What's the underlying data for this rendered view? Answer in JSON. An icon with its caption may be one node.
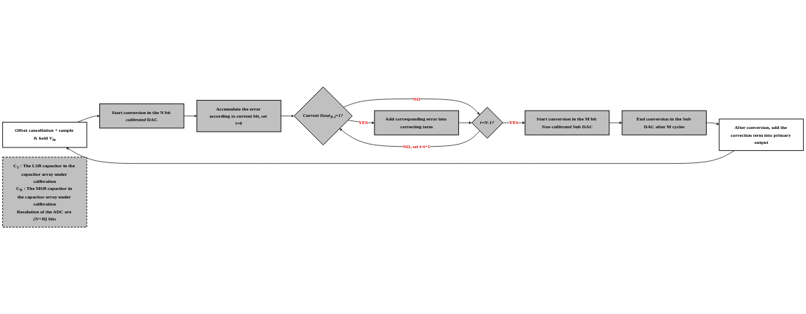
{
  "diagram": {
    "nodes": [
      {
        "text": [
          "Offset cancellation + sample & hold *V$_{in}$*"
        ]
      },
      {
        "text": [
          "Start conversion in the N bit *calibrated* DAC"
        ]
      },
      {
        "text": [
          "Accumulate the error according to current bit, set i=0"
        ]
      },
      {
        "text": [
          "Current Dout$_{N-i}$=1?"
        ]
      },
      {
        "text": [
          "Add corresponding error into correcting term"
        ]
      },
      {
        "text": [
          "i=N-1?"
        ]
      },
      {
        "text": [
          "Start conversion in the M bit *Non-calibrated* Sub DAC"
        ]
      },
      {
        "text": [
          "End conversion in the Sub DAC after M cycles"
        ]
      },
      {
        "text": [
          "After conversion, add the correction term into primary output"
        ]
      },
      {
        "text": [
          "C$_{1}$ : The LSB capacitor in the capacitor array under calibration",
          "C$_{N}$ : The MSB capacitor in the capacitor array under calibration",
          "Resolution of the ADC are *(N+M)* bits"
        ]
      }
    ],
    "edges": [
      {
        "from": 0,
        "to": 1,
        "arrow": "to"
      },
      {
        "from": 1,
        "to": 2,
        "arrow": "to"
      },
      {
        "from": 2,
        "to": 3,
        "arrow": "to"
      },
      {
        "from": 3,
        "to": 4,
        "arrow": "to",
        "label": "YES"
      },
      {
        "from": 3,
        "to": 5,
        "arrow": "to",
        "label": "NO"
      },
      {
        "from": 4,
        "to": 5,
        "arrow": "to"
      },
      {
        "from": 5,
        "to": 3,
        "arrow": "to",
        "label": "NO, set i=i+1"
      },
      {
        "from": 5,
        "to": 6,
        "arrow": "to",
        "label": "YES"
      },
      {
        "from": 6,
        "to": 7,
        "arrow": "to"
      },
      {
        "from": 7,
        "to": 8,
        "arrow": "to"
      },
      {
        "from": 8,
        "to": 0,
        "arrow": "to"
      }
    ]
  }
}
